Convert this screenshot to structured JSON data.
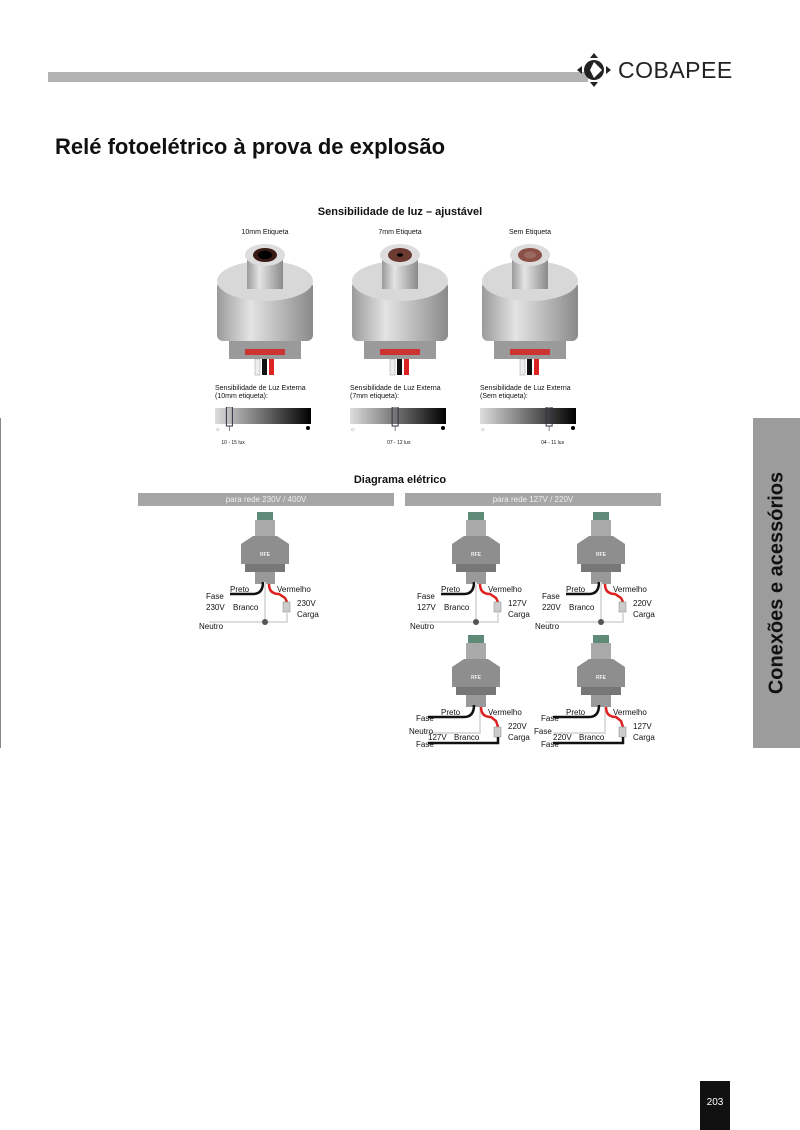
{
  "header": {
    "brand": "COBAPEE"
  },
  "title": "Relé fotoelétrico à prova de explosão",
  "sensitivity": {
    "heading": "Sensibilidade de luz – ajustável",
    "products": [
      {
        "label": "10mm Etiqueta",
        "caption_line1": "Sensibilidade de Luz Externa",
        "caption_line2": "(10mm etiqueta):",
        "lux": "10 - 15 lux",
        "marker_position": 0.15
      },
      {
        "label": "7mm Etiqueta",
        "caption_line1": "Sensibilidade de Luz Externa",
        "caption_line2": "(7mm etiqueta):",
        "lux": "07 - 12 lux",
        "marker_position": 0.47
      },
      {
        "label": "Sem Etiqueta",
        "caption_line1": "Sensibilidade de Luz Externa",
        "caption_line2": "(Sem etiqueta):",
        "lux": "04 - 11 lux",
        "marker_position": 0.72
      }
    ]
  },
  "diagram": {
    "heading": "Diagrama elétrico",
    "band_left": "para rede 230V / 400V",
    "band_right": "para rede 127V / 220V",
    "device_label": "RFE",
    "items": [
      {
        "type": "neutral",
        "fase": "Fase",
        "fase_v": "230V",
        "preto": "Preto",
        "branco": "Branco",
        "vermelho": "Vermelho",
        "load_v": "230V",
        "carga": "Carga",
        "neutro": "Neutro"
      },
      {
        "type": "neutral",
        "fase": "Fase",
        "fase_v": "127V",
        "preto": "Preto",
        "branco": "Branco",
        "vermelho": "Vermelho",
        "load_v": "127V",
        "carga": "Carga",
        "neutro": "Neutro"
      },
      {
        "type": "neutral",
        "fase": "Fase",
        "fase_v": "220V",
        "preto": "Preto",
        "branco": "Branco",
        "vermelho": "Vermelho",
        "load_v": "220V",
        "carga": "Carga",
        "neutro": "Neutro"
      },
      {
        "type": "three",
        "fase": "Fase",
        "mid": "Neutro",
        "fase2": "Fase",
        "branco_v": "127V",
        "preto": "Preto",
        "branco": "Branco",
        "vermelho": "Vermelho",
        "load_v": "220V",
        "carga": "Carga"
      },
      {
        "type": "three",
        "fase": "Fase",
        "mid": "Fase",
        "fase2": "Fase",
        "branco_v": "220V",
        "preto": "Preto",
        "branco": "Branco",
        "vermelho": "Vermelho",
        "load_v": "127V",
        "carga": "Carga"
      }
    ]
  },
  "side_tab": "Conexões e acessórios",
  "page_number": "203"
}
